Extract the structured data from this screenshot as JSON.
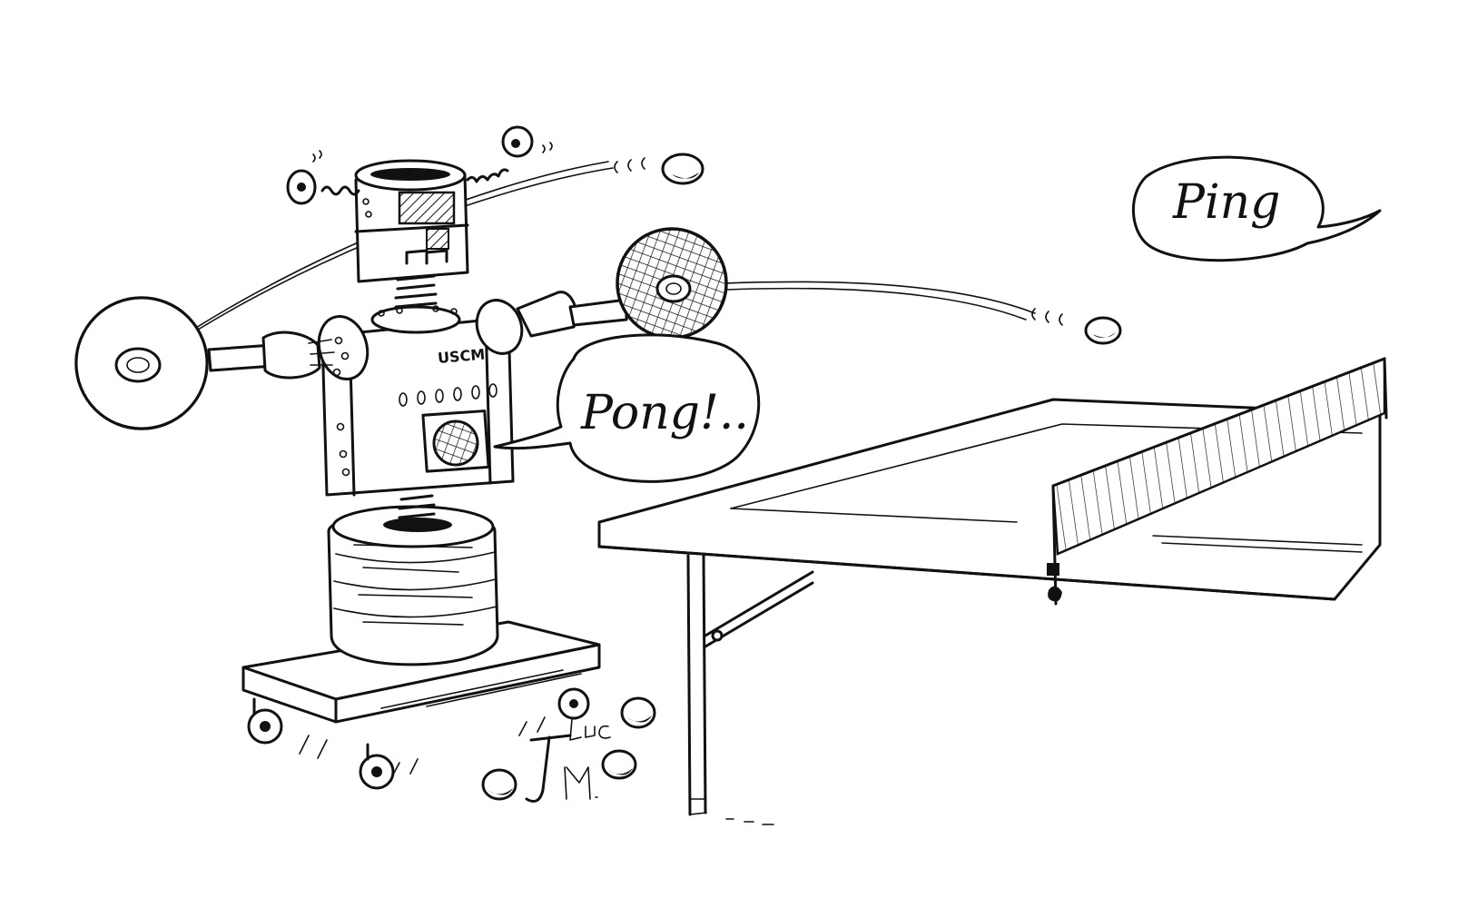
{
  "speech": {
    "ping": "Ping",
    "pong": "Pong!.."
  },
  "robot": {
    "chest_label": "USCM"
  },
  "signature": "JLuc M.",
  "colors": {
    "ink": "#111111",
    "paper": "#ffffff"
  }
}
